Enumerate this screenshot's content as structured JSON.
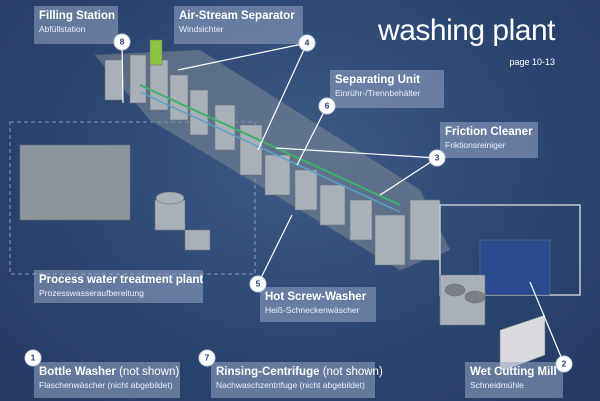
{
  "header": {
    "title": "washing plant",
    "page": "page 10-13"
  },
  "components": [
    {
      "number": "8",
      "title": "Filling Station",
      "subtitle": "Abfüllstation"
    },
    {
      "number": "4",
      "title": "Air-Stream Separator",
      "subtitle": "Windsichter"
    },
    {
      "number": "6",
      "title": "Separating Unit",
      "subtitle": "Einrühr-/Trennbehälter"
    },
    {
      "number": "3",
      "title": "Friction Cleaner",
      "subtitle": "Friktionsreiniger"
    },
    {
      "number": "",
      "title": "Process water treatment plant",
      "subtitle": "Prozesswasseraufbereitung"
    },
    {
      "number": "5",
      "title": "Hot Screw-Washer",
      "subtitle": "Heiß-Schneckenwäscher"
    },
    {
      "number": "1",
      "title": "Bottle Washer",
      "note": "(not shown)",
      "subtitle": "Flaschenwäscher (nicht abgebildet)"
    },
    {
      "number": "7",
      "title": "Rinsing-Centrifuge",
      "note": "(not shown)",
      "subtitle": "Nachwaschzentrifuge (nicht abgebildet)"
    },
    {
      "number": "2",
      "title": "Wet Cutting Mill",
      "subtitle": "Schneidmühle"
    }
  ]
}
